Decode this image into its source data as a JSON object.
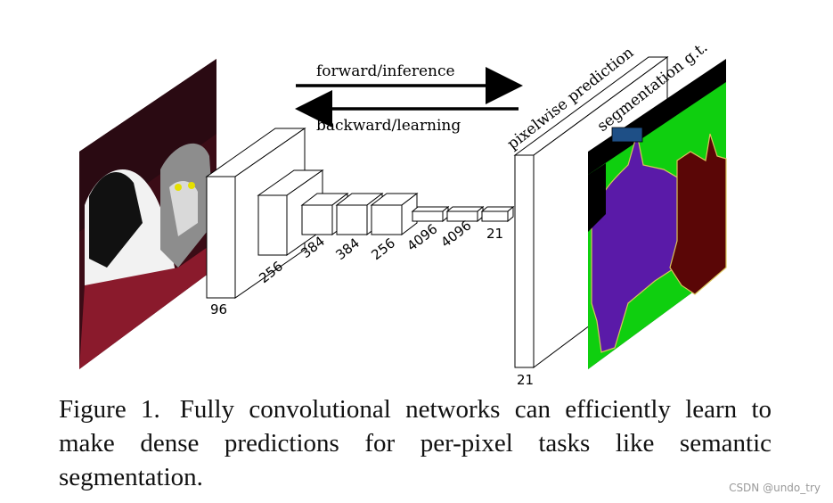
{
  "arrows": {
    "forward": "forward/inference",
    "backward": "backward/learning"
  },
  "layer_labels": [
    "96",
    "256",
    "384",
    "384",
    "256",
    "4096",
    "4096",
    "21"
  ],
  "output": {
    "prediction_label": "pixelwise prediction",
    "prediction_channels": "21",
    "gt_label": "segmentation g.t."
  },
  "caption": {
    "figure_number": "Figure 1.",
    "text": "Fully convolutional networks can efficiently learn to make dense predictions for per-pixel tasks like semantic segmentation."
  },
  "watermark": "CSDN @undo_try",
  "colors": {
    "dog_class": "#5a1aa8",
    "cat_class": "#5a0606",
    "background_class": "#0fcf0f",
    "void_class": "#000000",
    "legend_box": "#1e4f86"
  }
}
